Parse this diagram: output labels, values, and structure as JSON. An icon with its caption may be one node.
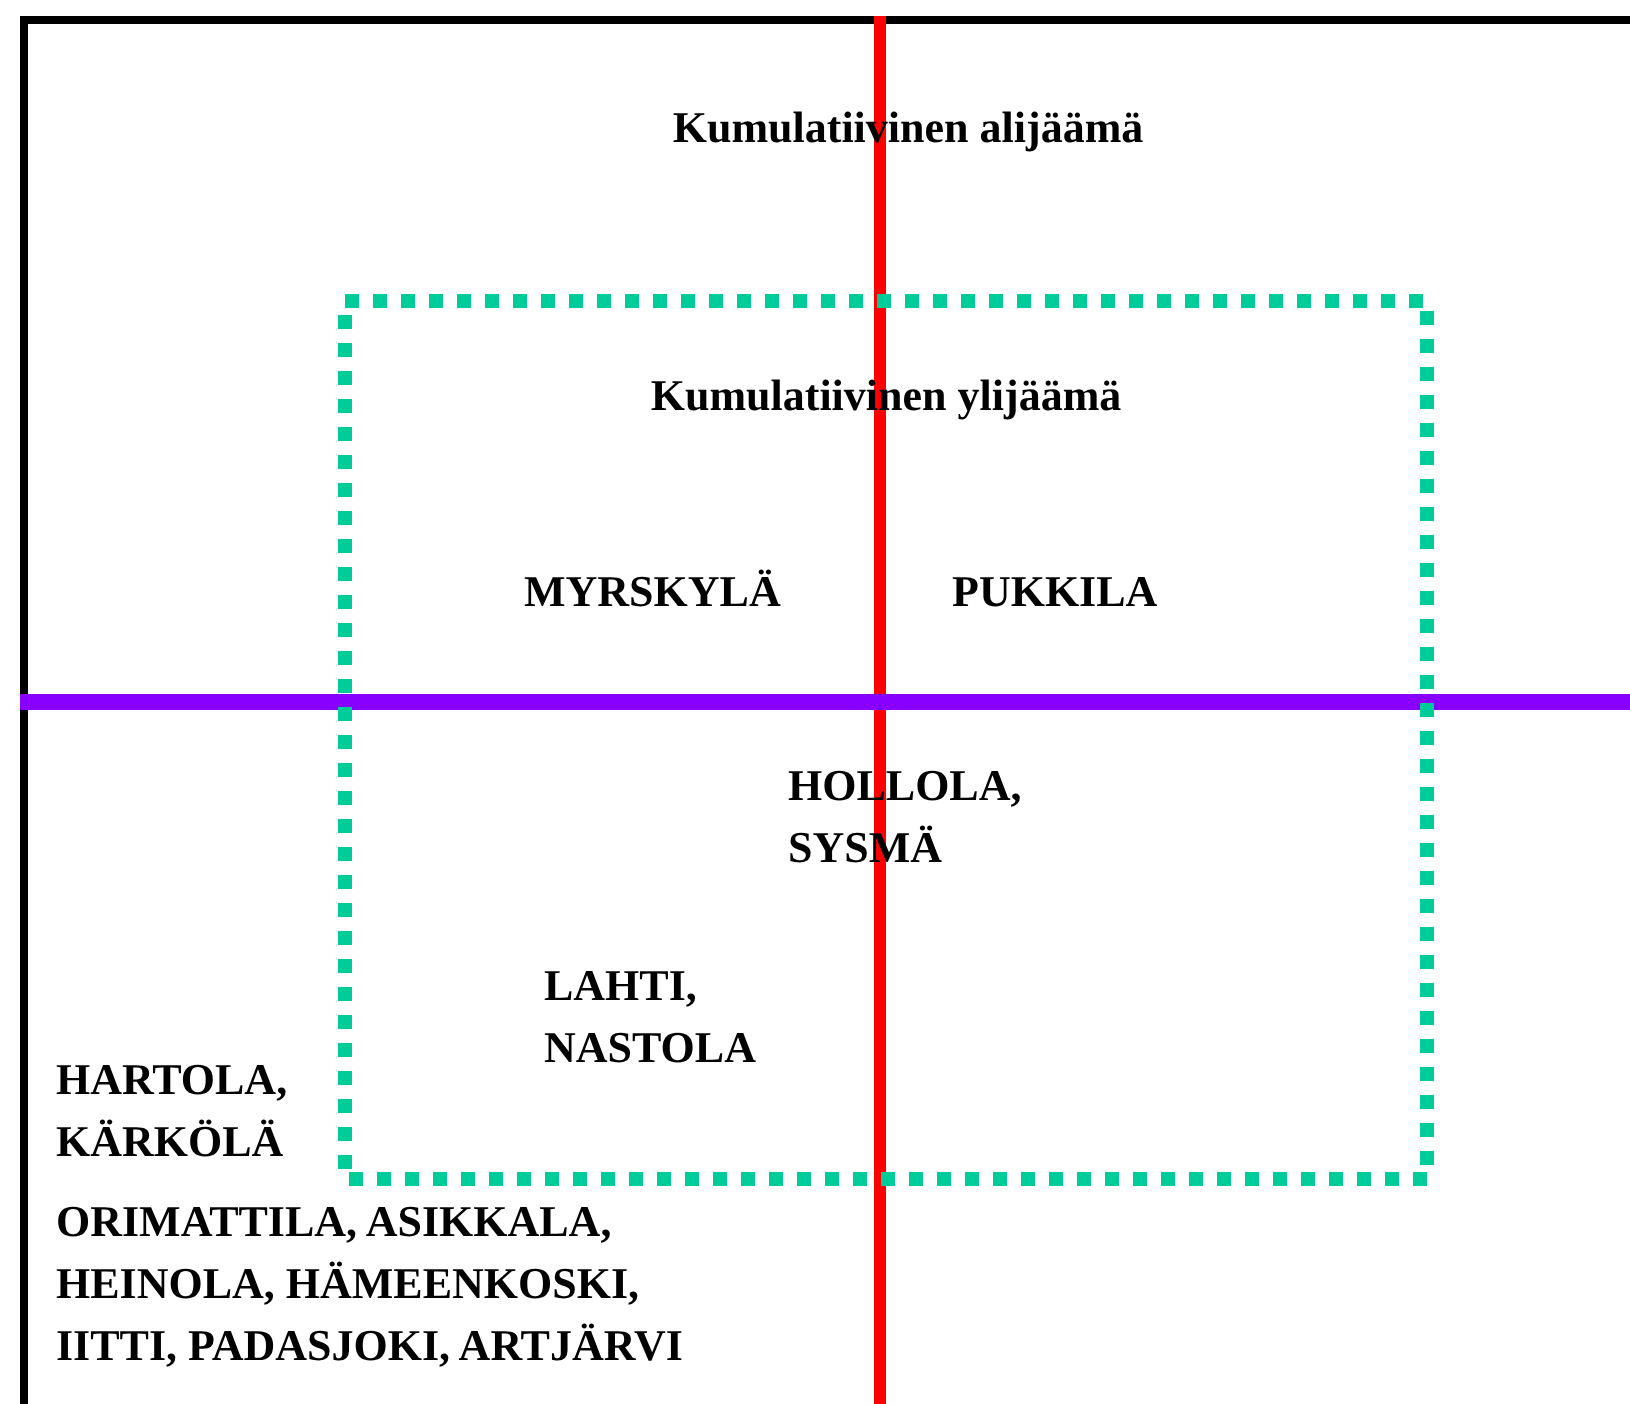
{
  "diagram": {
    "nodes": [
      {
        "text": [
          "Kumulatiivinen alijäämä"
        ]
      },
      {
        "text": [
          "Kumulatiivinen ylijäämä"
        ],
        "in": 0
      }
    ],
    "edges": [],
    "labels": [
      "MYRSKYLÄ",
      "PUKKILA",
      "HOLLOLA, SYSMÄ",
      "LAHTI, NASTOLA",
      "HARTOLA, KÄRKÖLÄ",
      "ORIMATTILA, ASIKKALA, HEINOLA, HÄMEENKOSKI, IITTI, PADASJOKI, ARTJÄRVI"
    ]
  }
}
